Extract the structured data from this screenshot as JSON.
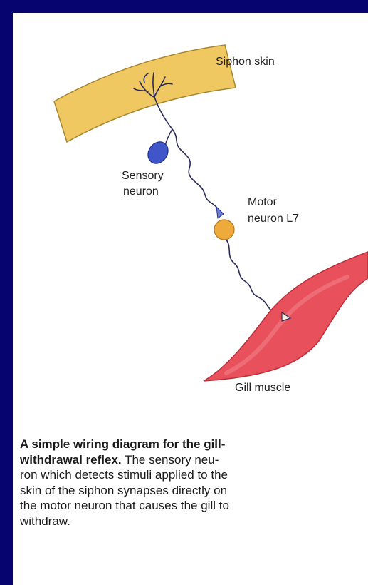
{
  "colors": {
    "frame": "#06056f",
    "skin": "#f0c862",
    "sensory_neuron": "#3f55c8",
    "motor_neuron": "#eeaa3a",
    "muscle": "#e8505c",
    "axon": "#2a2a5a"
  },
  "labels": {
    "siphon_skin": "Siphon skin",
    "sensory_neuron_line1": "Sensory",
    "sensory_neuron_line2": "neuron",
    "motor_neuron_line1": "Motor",
    "motor_neuron_line2": "neuron L7",
    "gill_muscle": "Gill muscle"
  },
  "caption": {
    "line1_bold": "A simple wiring diagram for the gill-",
    "line2_bold": "withdrawal reflex.",
    "line2_rest": " The sensory neu-",
    "line3": "ron which detects stimuli applied to the",
    "line4": "skin of the siphon synapses directly on",
    "line5": "the motor neuron that causes the gill to",
    "line6": "withdraw."
  }
}
